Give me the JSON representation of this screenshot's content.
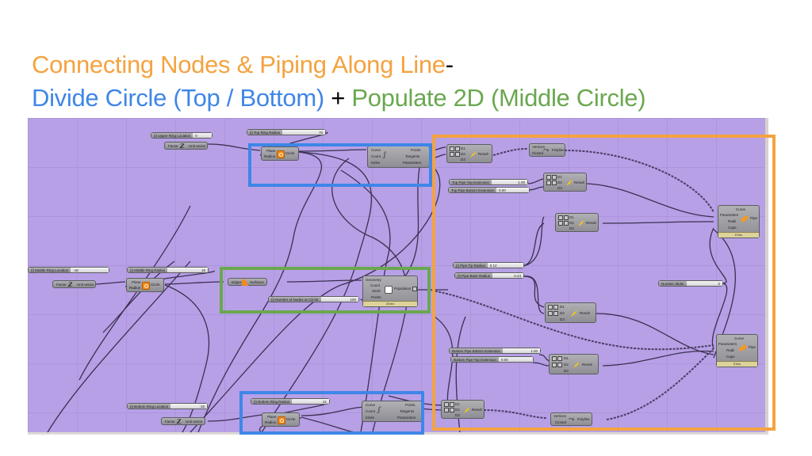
{
  "slide": {
    "title_line1": [
      {
        "text": "Connecting Nodes & Piping Along Line",
        "color": "#f4a340"
      },
      {
        "text": "-",
        "color": "#000000"
      }
    ],
    "title_line2": [
      {
        "text": "Divide Circle (Top / Bottom)",
        "color": "#3f86e8"
      },
      {
        "text": " + ",
        "color": "#000000"
      },
      {
        "text": "Populate 2D (Middle Circle)",
        "color": "#6aa84f"
      }
    ]
  },
  "highlights": {
    "blue": "#3f86e8",
    "green": "#6aa84f",
    "orange": "#f4a340"
  },
  "canvas": {
    "background": "#b7a0e6",
    "sliders": {
      "upper_ring_location": {
        "label": "(i) Upper Ring Location",
        "value": "0"
      },
      "top_ring_radius": {
        "label": "(i) Top Ring Radius",
        "value": "70"
      },
      "middle_ring_location": {
        "label": "(i) Middle Ring Location",
        "value": "-18"
      },
      "middle_ring_radius": {
        "label": "(i) Middle Ring Radius",
        "value": "18"
      },
      "number_of_nodes": {
        "label": "(i) Number of Nodes on Circle",
        "value": "100"
      },
      "bottom_ring_location": {
        "label": "(i) Bottom Ring Location",
        "value": "-18"
      },
      "bottom_ring_radius": {
        "label": "(i) Bottom Ring Radius",
        "value": "41"
      },
      "top_pipe_top_ext": {
        "label": "Top Pipe Top Extension",
        "value": "1.00"
      },
      "top_pipe_bottom_ext": {
        "label": "Top Pipe Bottom Extension",
        "value": "0.00"
      },
      "pipe_tip_radius": {
        "label": "(i) Pipe Tip Radius",
        "value": "0.12"
      },
      "pipe_base_radius": {
        "label": "(i) Pipe Base Radius",
        "value": "0.44"
      },
      "number_slider": {
        "label": "Number Slider",
        "value": "2"
      },
      "bottom_pipe_bottom_ext": {
        "label": "Bottom Pipe Bottom Extension",
        "value": "1.00"
      },
      "bottom_pipe_top_ext": {
        "label": "Bottom Pipe Top Extension",
        "value": "0.00"
      }
    },
    "unit_vector": {
      "in": "Factor",
      "out": "Unit vector"
    },
    "circle": {
      "in1": "Plane",
      "in2": "Radius",
      "out": "Circle"
    },
    "divide": {
      "in1": "Curve",
      "in2": "Count",
      "in3": "Kinks",
      "out1": "Points",
      "out2": "Tangents",
      "out3": "Parameters"
    },
    "expression": {
      "in1": "D1",
      "in2": "D2",
      "in3": "D3",
      "out": "Result"
    },
    "polyline": {
      "in1": "Vertices",
      "in2": "Closed",
      "out": "Polyline"
    },
    "surface": {
      "in": "Edges",
      "out": "Surfaces"
    },
    "populate": {
      "in1": "Geometry",
      "in2": "Count",
      "in3": "Seed",
      "in4": "Points",
      "out": "Population",
      "footer": "2Dmx"
    },
    "pipe": {
      "in1": "Curve",
      "in2": "Parameters",
      "in3": "Radii",
      "in4": "Caps",
      "out": "Pipe",
      "footer": "Elms"
    }
  }
}
